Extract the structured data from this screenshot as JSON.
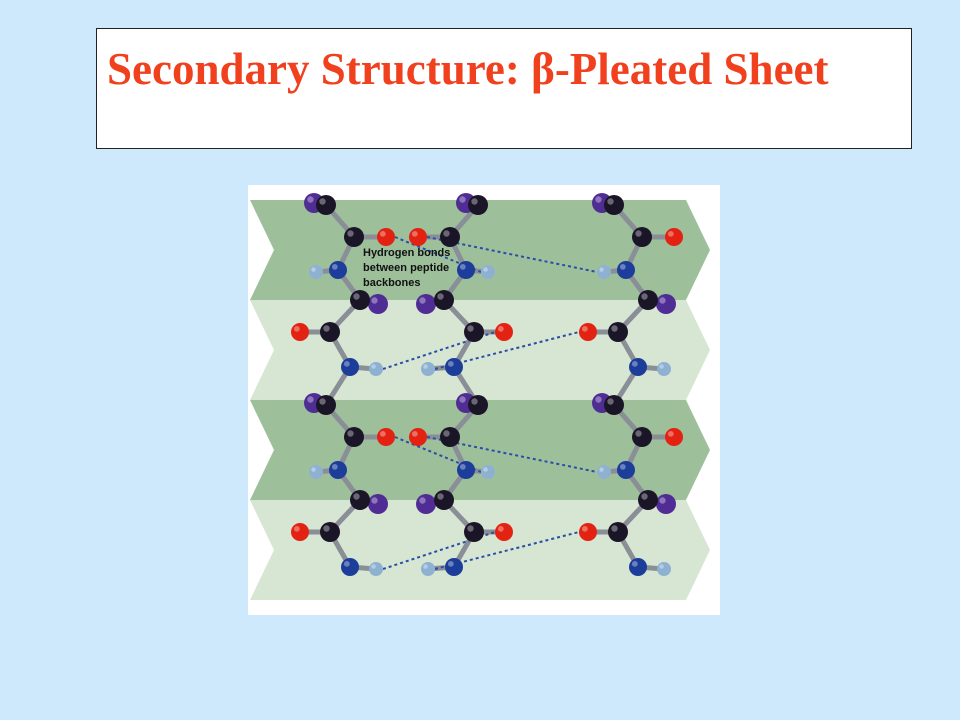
{
  "slide": {
    "title": "Secondary Structure: β-Pleated Sheet"
  },
  "figure": {
    "callout_lines": [
      "Hydrogen bonds",
      "between peptide",
      "backbones"
    ]
  },
  "colors": {
    "background": "#cde9fb",
    "title": "#f0401e",
    "sheet_dark": "#9dc09b",
    "sheet_light": "#d6e6d2",
    "carbon": "#1b1528",
    "oxygen": "#e32212",
    "nitrogen": "#1c3e9a",
    "hydrogen": "#8fb1d1",
    "side_chain": "#4f2d94"
  }
}
